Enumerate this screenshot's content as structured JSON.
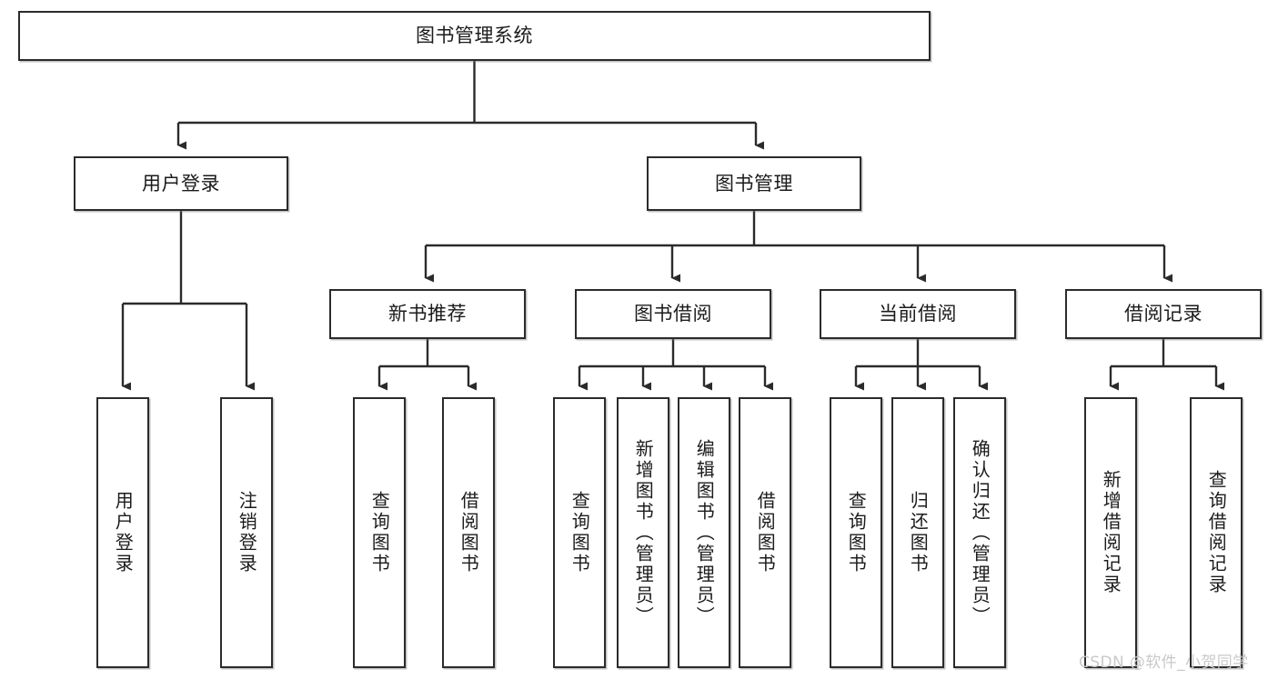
{
  "diagram": {
    "title": "图书管理系统",
    "type": "tree",
    "orientation": "top-down",
    "watermark": "CSDN @软件_小贺同学",
    "colors": {
      "box_border": "#2b2b2b",
      "box_fill": "#ffffff",
      "connector": "#2b2b2b",
      "text": "#1b1b1b",
      "watermark": "#c9c9c9",
      "background": "#ffffff"
    }
  },
  "root": {
    "label": "图书管理系统"
  },
  "level1": [
    {
      "label": "用户登录"
    },
    {
      "label": "图书管理"
    }
  ],
  "level2": [
    {
      "label": "新书推荐"
    },
    {
      "label": "图书借阅"
    },
    {
      "label": "当前借阅"
    },
    {
      "label": "借阅记录"
    }
  ],
  "leaves": {
    "user_login": [
      {
        "label": "用户登录"
      },
      {
        "label": "注销登录"
      }
    ],
    "new_book": [
      {
        "label": "查询图书"
      },
      {
        "label": "借阅图书"
      }
    ],
    "borrow": [
      {
        "label": "查询图书"
      },
      {
        "label": "新增图书（管理员）"
      },
      {
        "label": "编辑图书（管理员）"
      },
      {
        "label": "借阅图书"
      }
    ],
    "current": [
      {
        "label": "查询图书"
      },
      {
        "label": "归还图书"
      },
      {
        "label": "确认归还（管理员）"
      }
    ],
    "records": [
      {
        "label": "新增借阅记录"
      },
      {
        "label": "查询借阅记录"
      }
    ]
  }
}
